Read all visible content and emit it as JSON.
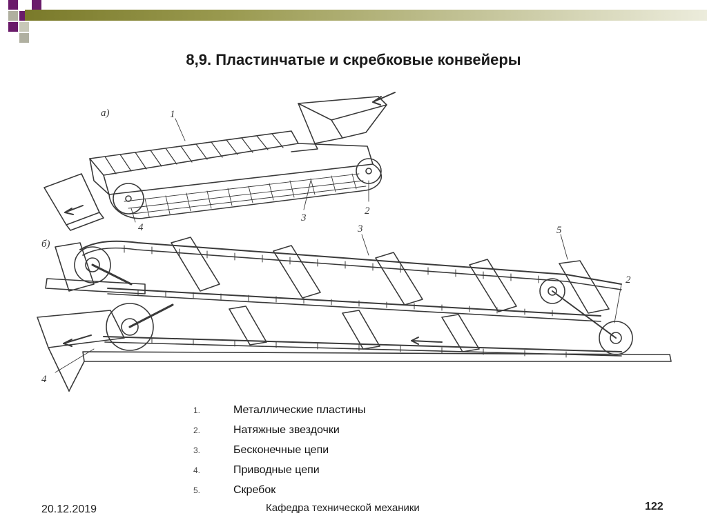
{
  "slide": {
    "title": "8,9. Пластинчатые и скребковые конвейеры",
    "figure_labels": {
      "a": "а)",
      "b": "б)",
      "top": [
        "1",
        "2",
        "3",
        "4"
      ],
      "bottom": [
        "3",
        "5",
        "2",
        "4"
      ]
    },
    "legend": [
      {
        "num": "1.",
        "text": "Металлические пластины"
      },
      {
        "num": "2.",
        "text": "Натяжные звездочки"
      },
      {
        "num": "3.",
        "text": "Бесконечные цепи"
      },
      {
        "num": "4.",
        "text": "Приводные цепи"
      },
      {
        "num": "5.",
        "text": "Скребок"
      }
    ],
    "footer": {
      "date": "20.12.2019",
      "department": "Кафедра технической механики",
      "page": "122"
    }
  },
  "colors": {
    "accent_purple": "#6a1b6a",
    "olive": "#8a8a3a",
    "ink": "#3a3a3a"
  }
}
